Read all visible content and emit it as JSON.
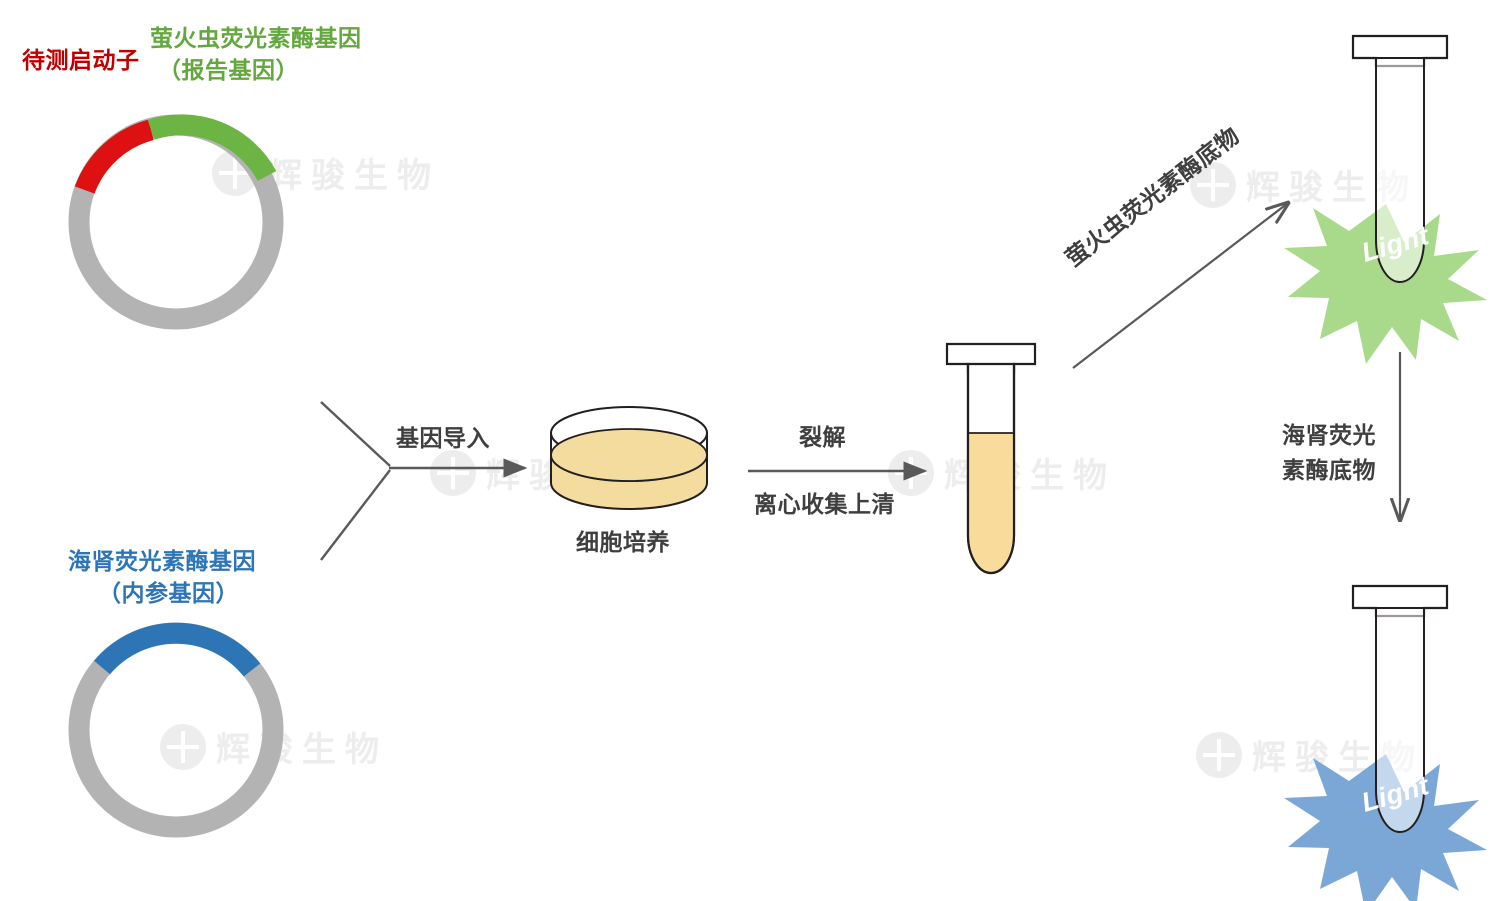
{
  "diagram": {
    "title": "Dual-Luciferase Reporter Assay Workflow",
    "background": "#ffffff",
    "watermark_text": "辉骏生物"
  },
  "colors": {
    "promoter_red": "#DD1111",
    "firefly_green": "#6CB544",
    "renilla_blue": "#2E75B6",
    "backbone_gray": "#B3B3B3",
    "label_red": "#C00000",
    "label_green": "#63A83C",
    "label_blue": "#2E75B6",
    "label_dark": "#3F3F3F",
    "arrow_gray": "#595959",
    "medium_yellow": "#F7DE9B",
    "lysate_yellow": "#F9DC9C",
    "light_green": "#A9D98A",
    "light_blue": "#7BA7D7",
    "outline_black": "#231F20"
  },
  "plasmid_top": {
    "promoter_label": "待测启动子",
    "reporter_label_line1": "萤火虫荧光素酶基因",
    "reporter_label_line2": "（报告基因）"
  },
  "plasmid_bottom": {
    "gene_label_line1": "海肾荧光素酶基因",
    "gene_label_line2": "（内参基因）"
  },
  "steps": {
    "transfection": "基因导入",
    "cell_culture": "细胞培养",
    "lysis": "裂解",
    "centrifuge": "离心收集上清",
    "firefly_substrate": "萤火虫荧光素酶底物",
    "renilla_substrate_line1": "海肾荧光",
    "renilla_substrate_line2": "素酶底物"
  },
  "readouts": {
    "firefly_light": "Light",
    "renilla_light": "Light"
  }
}
